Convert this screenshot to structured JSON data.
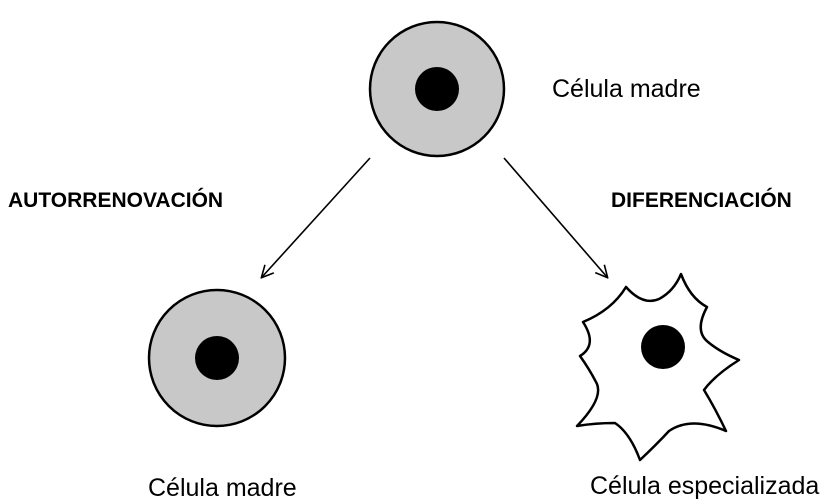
{
  "labels": {
    "top_cell": "Célula madre",
    "self_renewal": "AUTORRENOVACIÓN",
    "differentiation": "DIFERENCIACIÓN",
    "bottom_left_cell": "Célula madre",
    "bottom_right_cell": "Célula especializada"
  },
  "colors": {
    "cytoplasm_stem": "#c8c8c8",
    "cytoplasm_specialized": "#ffffff",
    "nucleus": "#000000",
    "outline": "#000000"
  },
  "icons": {
    "stem_cell": "round-cell-with-nucleus",
    "specialized_cell": "star-shaped-cell-with-nucleus",
    "arrow": "diagonal-arrow"
  }
}
